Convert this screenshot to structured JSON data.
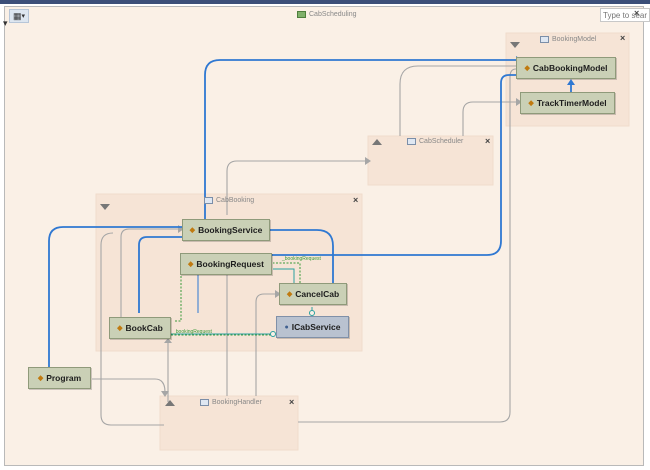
{
  "diagram_title": "CabScheduling",
  "search": {
    "placeholder": "Type to search",
    "value": ""
  },
  "toolbar": {
    "layout_icon": "layout-icon",
    "dropdown_icon": "chevron-down-icon"
  },
  "colors": {
    "canvas": "#faf0e6",
    "class_fill": "#cad0b6",
    "interface_fill": "#b9c2d0",
    "inheritance": "#2f78d2",
    "dependency": "#a6a6a6",
    "association": "#3a9a3a",
    "interface_link": "#2aa0a0"
  },
  "containers": {
    "bookingmodel": {
      "title": "BookingModel"
    },
    "cabscheduler": {
      "title": "CabScheduler"
    },
    "cabbooking": {
      "title": "CabBooking"
    },
    "bookinghandler": {
      "title": "BookingHandler"
    }
  },
  "nodes": {
    "cabbookingmodel": {
      "label": "CabBookingModel",
      "icon": "class-icon"
    },
    "tracktimermodel": {
      "label": "TrackTimerModel",
      "icon": "class-icon"
    },
    "bookingservice": {
      "label": "BookingService",
      "icon": "class-icon"
    },
    "bookingrequest": {
      "label": "BookingRequest",
      "icon": "class-icon"
    },
    "cancelcab": {
      "label": "CancelCab",
      "icon": "class-icon"
    },
    "bookcab": {
      "label": "BookCab",
      "icon": "class-icon"
    },
    "icabservice": {
      "label": "ICabService",
      "icon": "interface-icon"
    },
    "program": {
      "label": "Program",
      "icon": "class-icon"
    }
  },
  "edge_labels": {
    "cancel_request": "_bookingRequest",
    "bookcab_request": "_bookingRequest"
  }
}
